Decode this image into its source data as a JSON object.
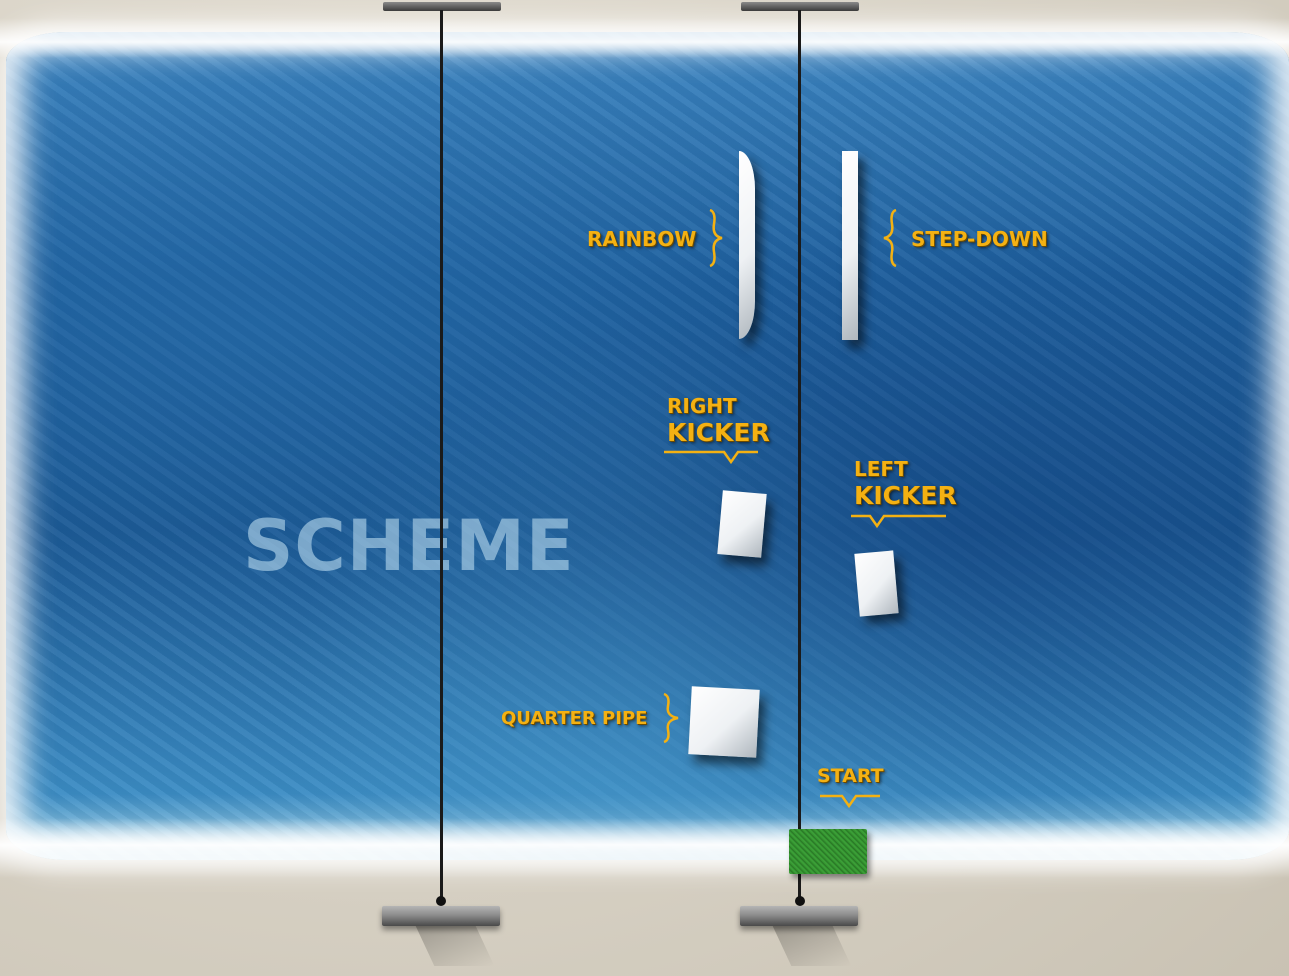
{
  "scene": {
    "watermark": "SCHEME",
    "obstacles": {
      "rainbow": "RAINBOW",
      "step_down": "STEP-DOWN",
      "right_kicker_line1": "RIGHT",
      "right_kicker_line2": "KICKER",
      "left_kicker_line1": "LEFT",
      "left_kicker_line2": "KICKER",
      "quarter_pipe": "QUARTER PIPE",
      "start": "START"
    },
    "colors": {
      "label": "#f4b112",
      "water": "#1d5f9e",
      "sand": "#d6d0c3",
      "start_pad": "#2d8a2a"
    }
  }
}
